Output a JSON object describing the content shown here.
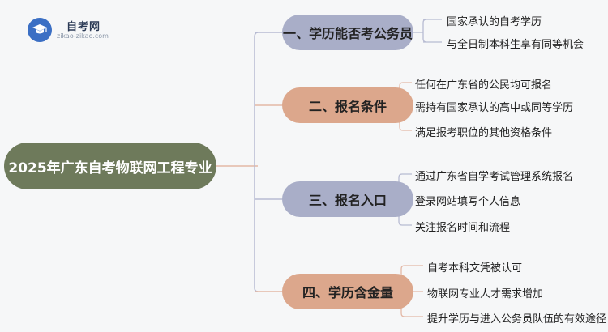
{
  "logo": {
    "name": "自考网",
    "url": "zikao-zikao.com",
    "icon": "graduation-cap-icon"
  },
  "root": {
    "label": "2025年广东自考物联网工程专业"
  },
  "branches": [
    {
      "label": "一、学历能否考公务员",
      "items": [
        "国家承认的自考学历",
        "与全日制本科生享有同等机会"
      ]
    },
    {
      "label": "二、报名条件",
      "items": [
        "任何在广东省的公民均可报名",
        "需持有国家承认的高中或同等学历",
        "满足报考职位的其他资格条件"
      ]
    },
    {
      "label": "三、报名入口",
      "items": [
        "通过广东省自学考试管理系统报名",
        "登录网站填写个人信息",
        "关注报名时间和流程"
      ]
    },
    {
      "label": "四、学历含金量",
      "items": [
        "自考本科文凭被认可",
        "物联网专业人才需求增加",
        "提升学历与进入公务员队伍的有效途径"
      ]
    }
  ],
  "colors": {
    "root": "#6e7a5b",
    "branch_purple": "#a9aec8",
    "branch_peach": "#dca78c",
    "connector": "#e3b8a6",
    "bracket": "#b7bbd2"
  }
}
